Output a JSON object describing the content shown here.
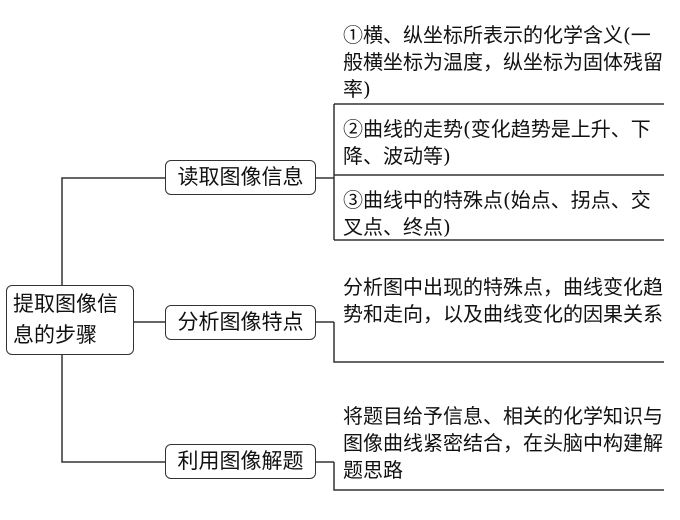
{
  "root": {
    "label": "提取图像信息的步骤"
  },
  "branches": [
    {
      "label": "读取图像信息",
      "items": [
        "①横、纵坐标所表示的化学含义(一般横坐标为温度，纵坐标为固体残留率)",
        "②曲线的走势(变化趋势是上升、下降、波动等)",
        "③曲线中的特殊点(始点、拐点、交叉点、终点)"
      ]
    },
    {
      "label": "分析图像特点",
      "items": [
        "分析图中出现的特殊点，曲线变化趋势和走向，以及曲线变化的因果关系"
      ]
    },
    {
      "label": "利用图像解题",
      "items": [
        "将题目给予信息、相关的化学知识与图像曲线紧密结合，在头脑中构建解题思路"
      ]
    }
  ]
}
